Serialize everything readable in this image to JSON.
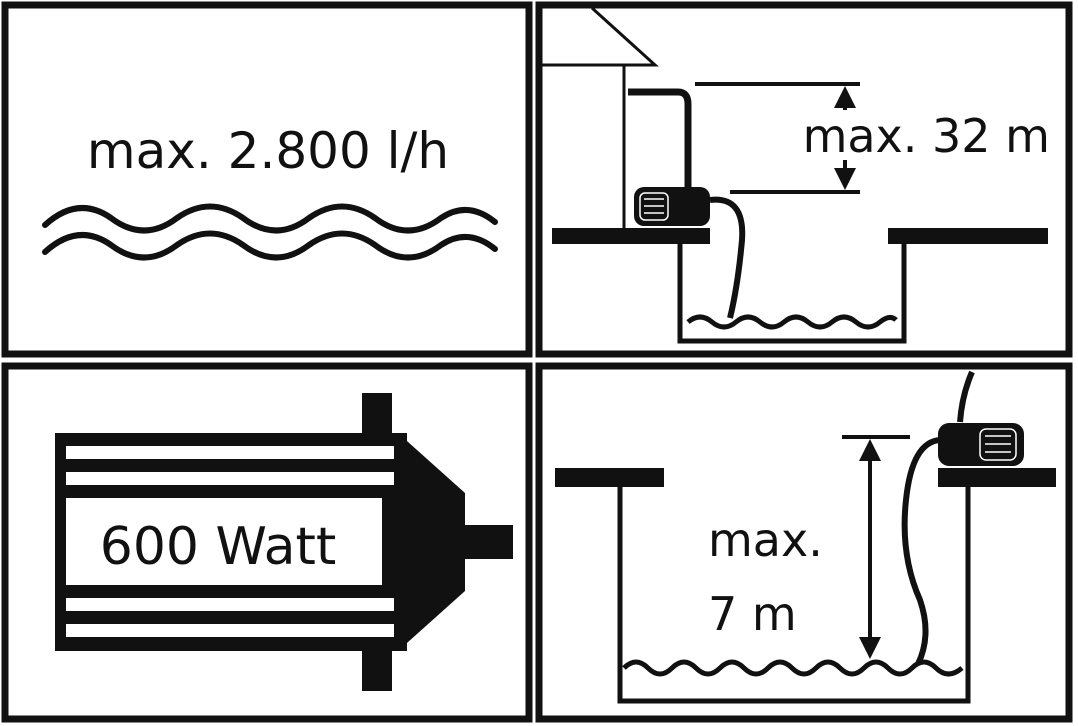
{
  "colors": {
    "ink": "#111111",
    "background": "#ffffff"
  },
  "panels": {
    "flow_rate": {
      "text": "max. 2.800 l/h",
      "icon": "water-waves-icon"
    },
    "delivery_head": {
      "text": "max. 32 m",
      "icon": "pump-lifting-to-house-icon"
    },
    "power": {
      "text": "600 Watt",
      "icon": "electric-motor-icon"
    },
    "suction_depth": {
      "line1": "max.",
      "line2": "7 m",
      "icon": "pump-suction-from-well-icon"
    }
  }
}
